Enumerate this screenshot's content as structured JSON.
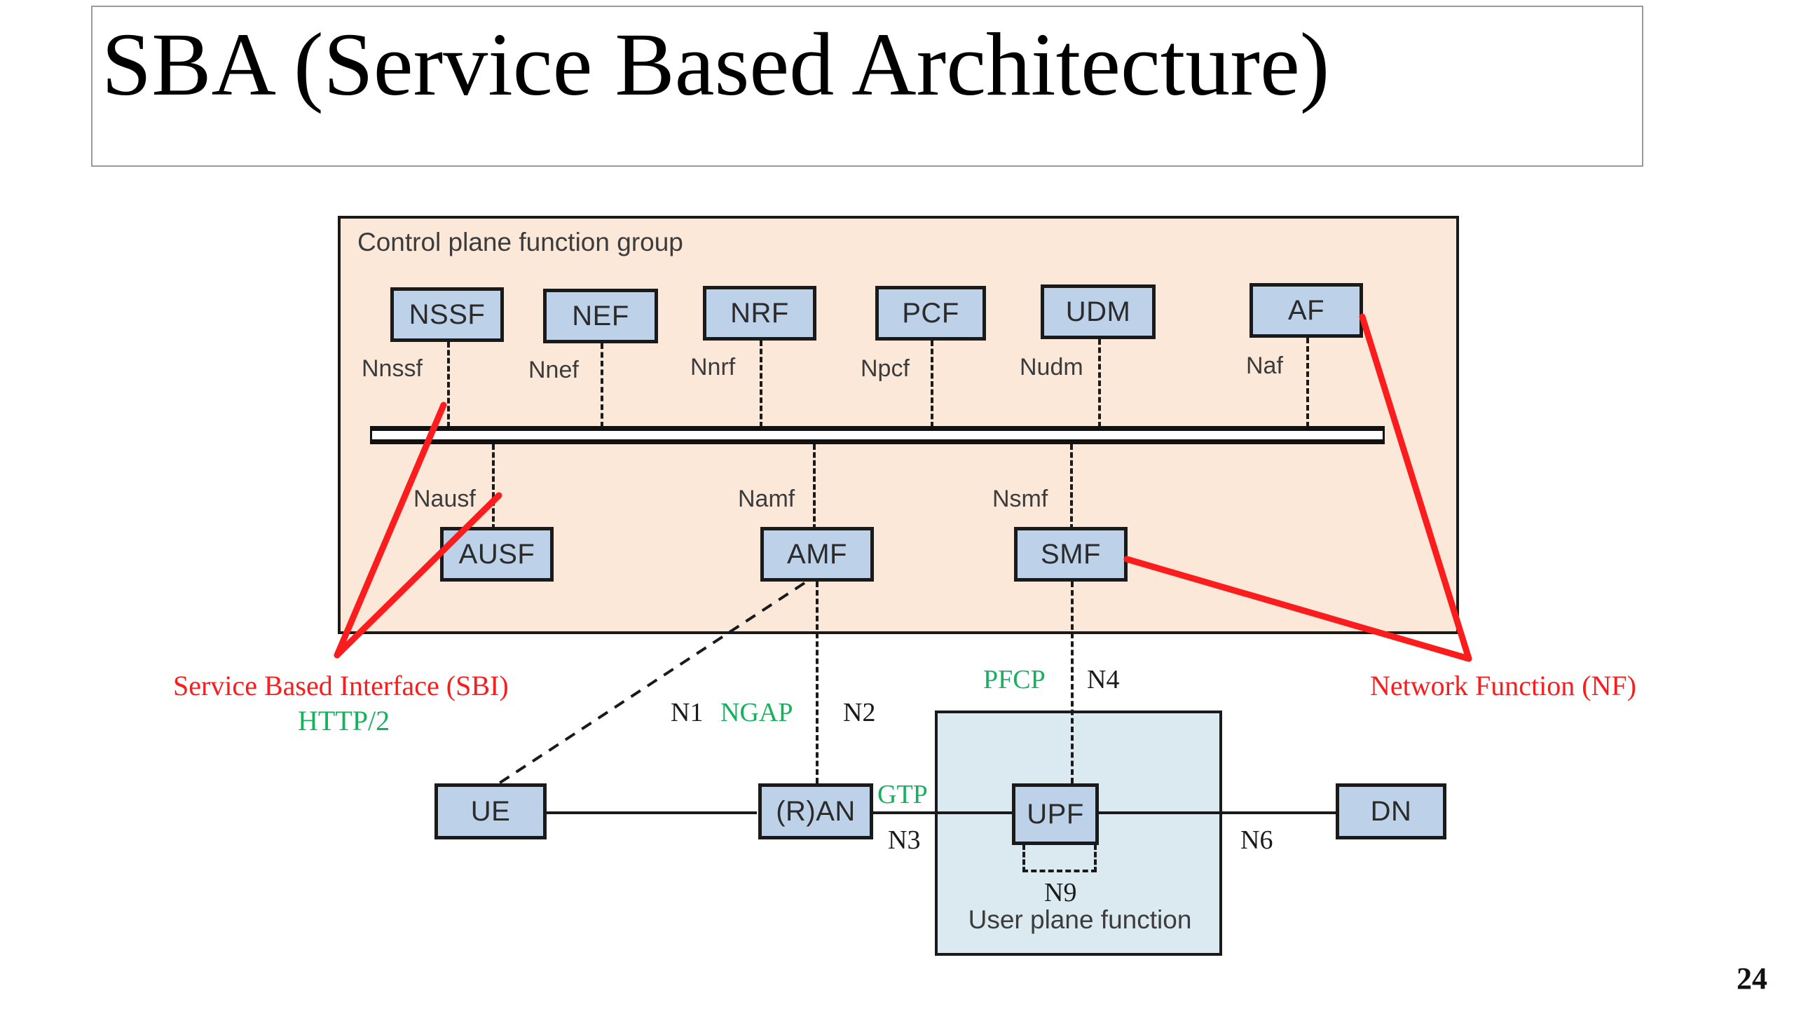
{
  "slide": {
    "title": "SBA (Service Based Architecture)",
    "page_number": "24"
  },
  "control_plane": {
    "label": "Control plane function group",
    "fill_color": "#fbe8d9",
    "top_row": [
      {
        "name": "NSSF",
        "interface": "Nnssf"
      },
      {
        "name": "NEF",
        "interface": "Nnef"
      },
      {
        "name": "NRF",
        "interface": "Nnrf"
      },
      {
        "name": "PCF",
        "interface": "Npcf"
      },
      {
        "name": "UDM",
        "interface": "Nudm"
      },
      {
        "name": "AF",
        "interface": "Naf"
      }
    ],
    "bottom_row": [
      {
        "name": "AUSF",
        "interface": "Nausf"
      },
      {
        "name": "AMF",
        "interface": "Namf"
      },
      {
        "name": "SMF",
        "interface": "Nsmf"
      }
    ]
  },
  "user_plane": {
    "label": "User plane function",
    "fill_color": "#dbeaf1",
    "nodes": [
      {
        "name": "UE"
      },
      {
        "name": "(R)AN"
      },
      {
        "name": "UPF"
      },
      {
        "name": "DN"
      }
    ]
  },
  "reference_points": {
    "n1": "N1",
    "n2": "N2",
    "n3": "N3",
    "n4": "N4",
    "n6": "N6",
    "n9": "N9"
  },
  "protocols": {
    "ngap": "NGAP",
    "gtp": "GTP",
    "pfcp": "PFCP",
    "http2": "HTTP/2"
  },
  "callouts": {
    "sbi": "Service Based Interface (SBI)",
    "nf": "Network Function (NF)",
    "sbi_color": "#fb1d1d",
    "nf_color": "#fb1d1d",
    "protocol_color": "#18b05e"
  },
  "box_colors": {
    "nf_box_fill": "#bdd2e9",
    "nf_box_border": "#1a1a1a"
  }
}
